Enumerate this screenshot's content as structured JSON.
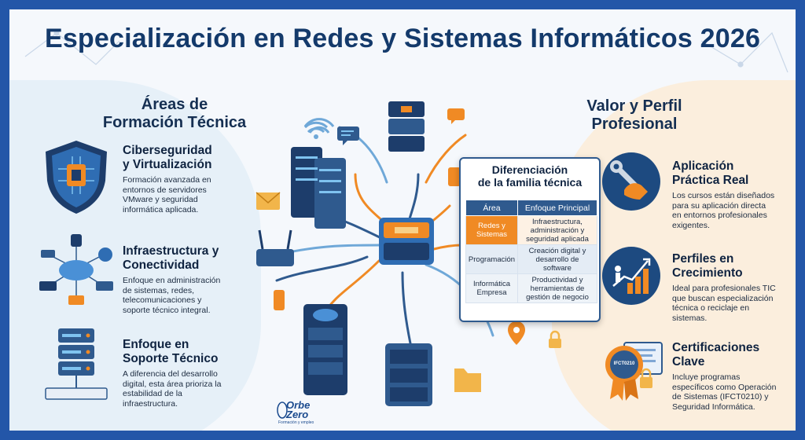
{
  "title": "Especialización en Redes y Sistemas Informáticos 2026",
  "left_panel": {
    "title_line1": "Áreas de",
    "title_line2": "Formación Técnica",
    "items": [
      {
        "title_line1": "Ciberseguridad",
        "title_line2": "y Virtualización",
        "desc": [
          "Formación avanzada en",
          "entornos de servidores",
          "VMware y seguridad",
          "informática aplicada."
        ]
      },
      {
        "title_line1": "Infraestructura y",
        "title_line2": "Conectividad",
        "desc": [
          "Enfoque en administración",
          "de sistemas, redes,",
          "telecomunicaciones y",
          "soporte técnico integral."
        ]
      },
      {
        "title_line1": "Enfoque en",
        "title_line2": "Soporte Técnico",
        "desc": [
          "A diferencia del desarrollo",
          "digital, esta área prioriza la",
          "estabilidad de la",
          "infraestructura."
        ]
      }
    ]
  },
  "right_panel": {
    "title_line1": "Valor y Perfil",
    "title_line2": "Profesional",
    "items": [
      {
        "title_line1": "Aplicación",
        "title_line2": "Práctica Real",
        "desc": [
          "Los cursos están diseñados",
          "para su aplicación directa",
          "en entornos profesionales",
          "exigentes."
        ]
      },
      {
        "title_line1": "Perfiles en",
        "title_line2": "Crecimiento",
        "desc": [
          "Ideal para profesionales TIC",
          "que buscan especialización",
          "técnica o reciclaje en",
          "sistemas."
        ]
      },
      {
        "title_line1": "Certificaciones",
        "title_line2": "Clave",
        "desc": [
          "Incluye programas",
          "específicos como Operación",
          "de Sistemas (IFCT0210) y",
          "Seguridad Informática."
        ]
      }
    ]
  },
  "table": {
    "title_line1": "Diferenciación",
    "title_line2": "de la familia técnica",
    "headers": [
      "Área",
      "Enfoque Principal"
    ],
    "rows": [
      {
        "area": [
          "Redes y",
          "Sistemas"
        ],
        "enfoque": [
          "Infraestructura,",
          "administración y",
          "seguridad aplicada"
        ]
      },
      {
        "area": [
          "Programación"
        ],
        "enfoque": [
          "Creación digital y",
          "desarrollo de",
          "software"
        ]
      },
      {
        "area": [
          "Informática",
          "Empresa"
        ],
        "enfoque": [
          "Productividad y",
          "herramientas de",
          "gestión de negocio"
        ]
      }
    ]
  },
  "badge_text": "IFCT0210",
  "logo": {
    "line1": "Orbe",
    "line2": "Zero",
    "tagline": "Formación y empleo"
  },
  "colors": {
    "navy": "#143a6b",
    "blue": "#2f5a8e",
    "orange": "#f08a24",
    "frame": "#2356a8"
  }
}
